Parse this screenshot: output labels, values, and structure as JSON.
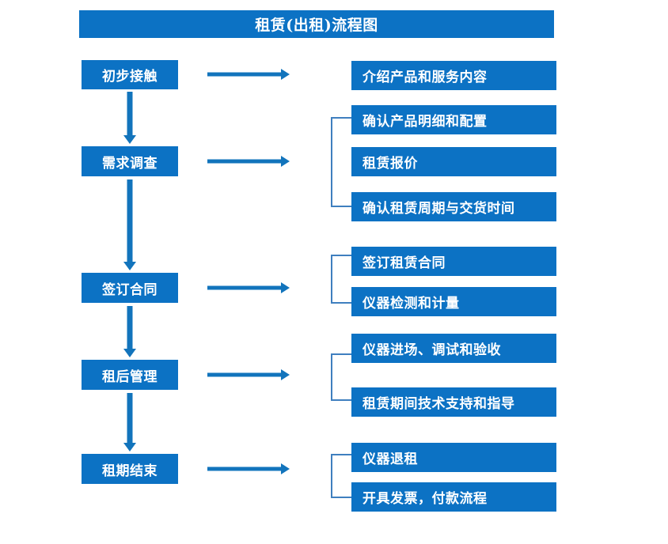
{
  "diagram": {
    "title": "租赁(出租)流程图",
    "accent_color": "#0c72c4",
    "arrow_color": "#1274bc",
    "bracket_color": "#3f7fbf",
    "background_color": "#ffffff",
    "text_color": "#ffffff"
  },
  "stages": [
    {
      "label": "初步接触"
    },
    {
      "label": "需求调查"
    },
    {
      "label": "签订合同"
    },
    {
      "label": "租后管理"
    },
    {
      "label": "租期结束"
    }
  ],
  "tasks": {
    "group1": [
      {
        "label": "介绍产品和服务内容"
      }
    ],
    "group2": [
      {
        "label": "确认产品明细和配置"
      },
      {
        "label": "租赁报价"
      },
      {
        "label": "确认租赁周期与交货时间"
      }
    ],
    "group3": [
      {
        "label": "签订租赁合同"
      },
      {
        "label": "仪器检测和计量"
      }
    ],
    "group4": [
      {
        "label": "仪器进场、调试和验收"
      },
      {
        "label": "租赁期间技术支持和指导"
      }
    ],
    "group5": [
      {
        "label": "仪器退租"
      },
      {
        "label": "开具发票，付款流程"
      }
    ]
  }
}
